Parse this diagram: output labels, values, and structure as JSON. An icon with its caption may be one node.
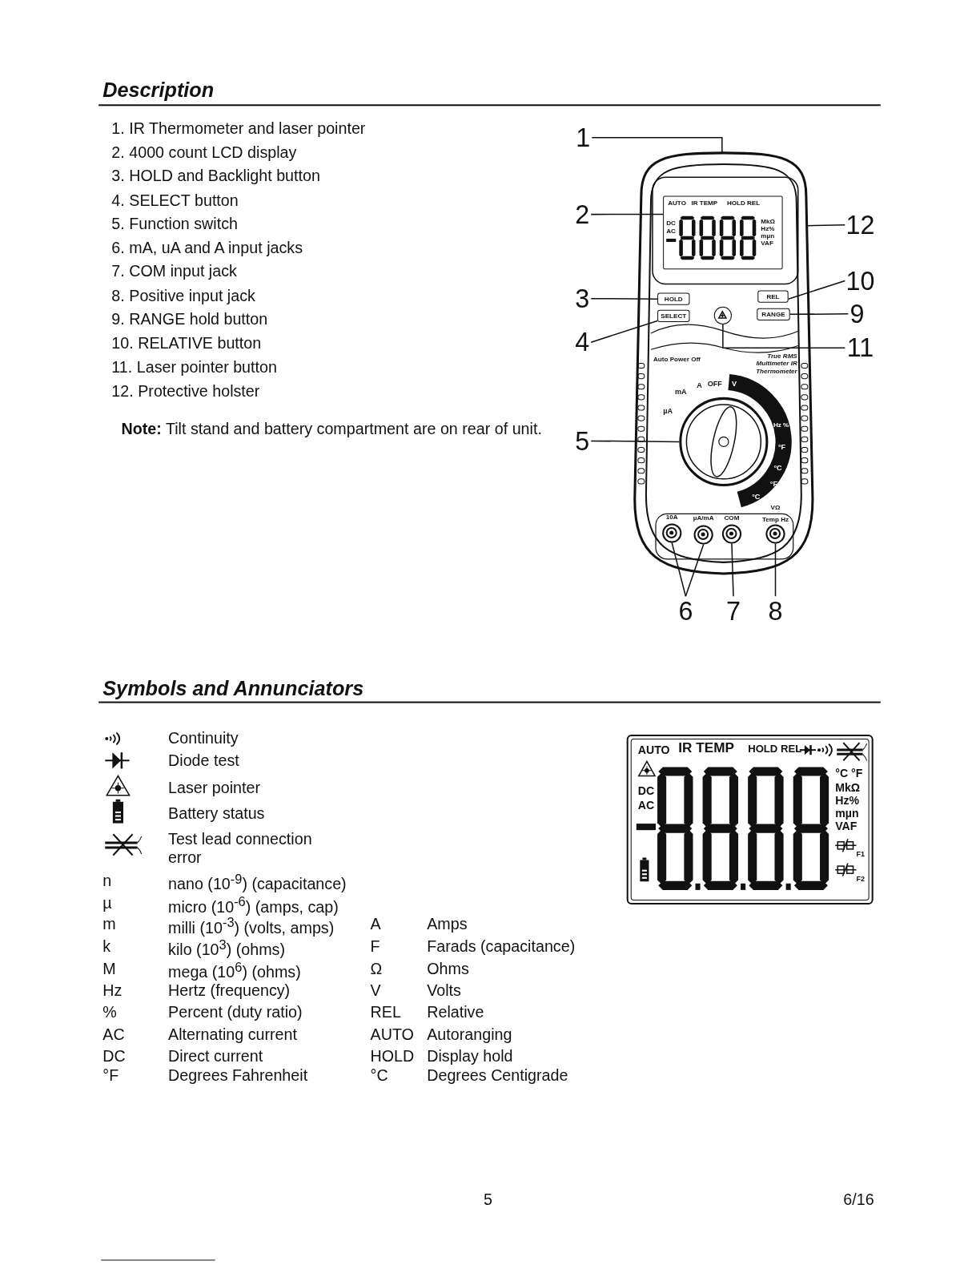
{
  "diagram": {
    "nodes": [
      {
        "text": [
          "1"
        ]
      },
      {
        "text": [
          "2"
        ]
      },
      {
        "text": [
          "3"
        ]
      },
      {
        "text": [
          "4"
        ]
      },
      {
        "text": [
          "5"
        ]
      },
      {
        "text": [
          "6"
        ]
      },
      {
        "text": [
          "7"
        ]
      },
      {
        "text": [
          "8"
        ]
      },
      {
        "text": [
          "9"
        ]
      },
      {
        "text": [
          "10"
        ]
      },
      {
        "text": [
          "11"
        ]
      },
      {
        "text": [
          "12"
        ]
      },
      {
        "text": [],
        "shape": "box"
      },
      {
        "text": [
          "AUTO",
          "IR TEMP",
          "HOLD REL",
          "DC",
          "AC",
          "MkΩ",
          "Hz%",
          "mµn",
          "VAF"
        ],
        "in": 12
      },
      {
        "text": [
          "HOLD"
        ],
        "in": 12
      },
      {
        "text": [
          "SELECT"
        ],
        "in": 12
      },
      {
        "text": [],
        "shape": "circle",
        "in": 12,
        "beside": [
          "µA",
          "mA",
          "A",
          "OFF",
          "V",
          "Hz %",
          "°F",
          "°C",
          "°F",
          "°C"
        ]
      },
      {
        "text": [],
        "shape": "circle",
        "in": 12,
        "beside": [
          "10A"
        ]
      },
      {
        "text": [],
        "shape": "circle",
        "in": 12,
        "beside": [
          "µA/mA"
        ]
      },
      {
        "text": [],
        "shape": "circle",
        "in": 12,
        "beside": [
          "COM"
        ]
      },
      {
        "text": [],
        "shape": "circle",
        "in": 12,
        "beside": [
          "VΩ",
          "Temp Hz"
        ]
      },
      {
        "text": [
          "RANGE"
        ],
        "in": 12
      },
      {
        "text": [
          "REL"
        ],
        "in": 12
      },
      {
        "text": [],
        "shape": "circle",
        "in": 12
      },
      {
        "text": [
          "AUTO",
          "IR TEMP",
          "HOLD REL",
          "DC",
          "AC",
          "°C °F",
          "MkΩ",
          "Hz%",
          "mµn",
          "VAF",
          "F1",
          "F2"
        ]
      }
    ],
    "edges": [
      {
        "from": 0,
        "to": 12,
        "arrow": "none"
      },
      {
        "from": 1,
        "to": 13,
        "arrow": "none"
      },
      {
        "from": 2,
        "to": 14,
        "arrow": "none"
      },
      {
        "from": 3,
        "to": 15,
        "arrow": "none"
      },
      {
        "from": 4,
        "to": 16,
        "arrow": "none"
      },
      {
        "from": 5,
        "to": 17,
        "arrow": "none"
      },
      {
        "from": 5,
        "to": 18,
        "arrow": "none"
      },
      {
        "from": 6,
        "to": 19,
        "arrow": "none"
      },
      {
        "from": 7,
        "to": 20,
        "arrow": "none"
      },
      {
        "from": 8,
        "to": 21,
        "arrow": "none"
      },
      {
        "from": 9,
        "to": 22,
        "arrow": "none"
      },
      {
        "from": 10,
        "to": 23,
        "arrow": "none"
      },
      {
        "from": 11,
        "to": 12,
        "arrow": "none"
      }
    ],
    "labels": [
      "Description",
      "1. IR Thermometer and laser pointer",
      "2. 4000 count LCD display",
      "3. HOLD and Backlight button",
      "4. SELECT button",
      "5. Function switch",
      "6. mA, uA and A input jacks",
      "7. COM input jack",
      "8. Positive input jack",
      "9. RANGE hold button",
      "10. RELATIVE button",
      "11. Laser pointer button",
      "12. Protective holster",
      "**Note:** Tilt stand and battery compartment are on rear of unit.",
      "True RMS Multimeter IR Thermometer",
      "Auto Power Off",
      "Symbols and Annunciators",
      "Continuity",
      "Diode test",
      "Laser pointer",
      "Battery status",
      "Test lead connection error",
      "n",
      "nano (10$^{-9}$) (capacitance)",
      "µ",
      "micro (10$^{-6}$) (amps, cap)",
      "m",
      "milli (10$^{-3}$) (volts, amps)",
      "A",
      "Amps",
      "k",
      "kilo (10$^{3}$) (ohms)",
      "F",
      "Farads (capacitance)",
      "M",
      "mega (10$^{6}$) (ohms)",
      "Ω",
      "Ohms",
      "Hz",
      "Hertz (frequency)",
      "V",
      "Volts",
      "%",
      "Percent (duty ratio)",
      "REL",
      "Relative",
      "AC",
      "Alternating current",
      "AUTO",
      "Autoranging",
      "DC",
      "Direct current",
      "HOLD",
      "Display hold",
      "°F",
      "Degrees Fahrenheit",
      "°C",
      "Degrees Centigrade",
      "5",
      "6/16"
    ]
  }
}
